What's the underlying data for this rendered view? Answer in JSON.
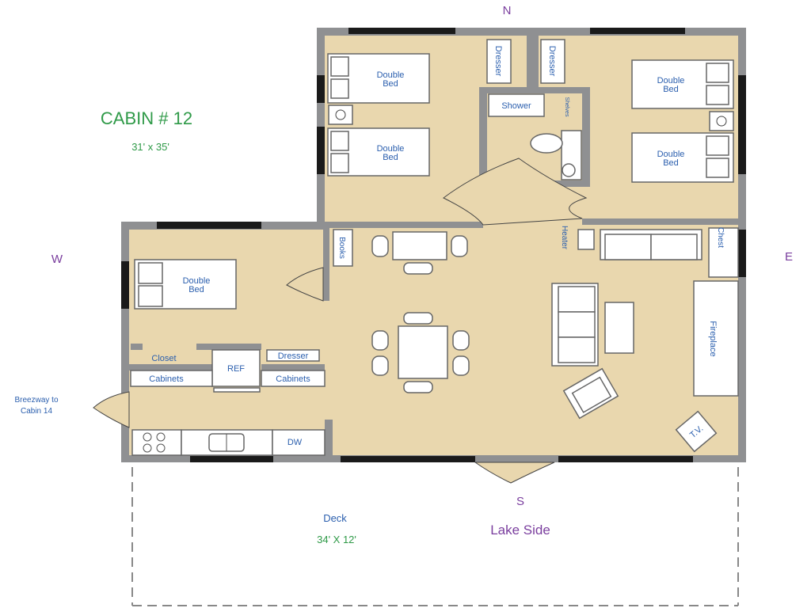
{
  "title": "CABIN # 12",
  "dimensions": "31' x 35'",
  "compass": {
    "north": "N",
    "south": "S",
    "east": "E",
    "west": "W"
  },
  "breezeway": [
    "Breezway to",
    "Cabin 14"
  ],
  "deck": {
    "label": "Deck",
    "dimensions": "34' X 12'"
  },
  "lake_side": "Lake Side",
  "rooms": {
    "double_bed": [
      "Double",
      "Bed"
    ],
    "dresser": "Dresser",
    "shower": "Shower",
    "shelves": "Shelves",
    "books": "Books",
    "heater": "Heater",
    "chest": "Chest",
    "fireplace": "Fireplace",
    "tv": "T.V.",
    "closet": "Closet",
    "ref": "REF",
    "cabinets": "Cabinets",
    "dw": "DW"
  },
  "colors": {
    "floor": "#e9d7ae",
    "wall": "#8f9092",
    "window": "#1a1a1a",
    "label": "#2b5fae",
    "title": "#2f9a48",
    "compass": "#7a3e9e"
  }
}
